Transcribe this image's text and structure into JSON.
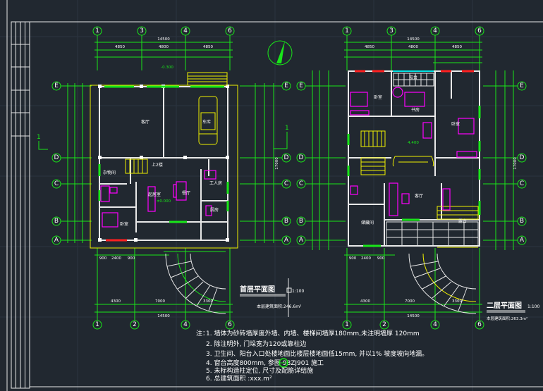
{
  "colors": {
    "background": "#212830",
    "axis": "#19e619",
    "wall": "#e8e8e8",
    "stair": "#f0f000",
    "furniture": "#ff00ff",
    "window": "#ff2020"
  },
  "plan1": {
    "axes_top": [
      "1",
      "3",
      "4",
      "6"
    ],
    "axes_bottom": [
      "1",
      "2",
      "4",
      "6"
    ],
    "axes_rows": [
      "E",
      "D",
      "C",
      "B",
      "A"
    ],
    "dim_total": "14500",
    "dim_top": [
      "4850",
      "4800",
      "4850"
    ],
    "dim_bottom": [
      "4300",
      "7000",
      "3300"
    ],
    "dim_bottom_total": "14500",
    "dim_sub_bottom": [
      "900",
      "2400",
      "900"
    ],
    "dim_right": "17000",
    "level_top": "-0.300",
    "level_main": "±0.000",
    "rooms": [
      "客厅",
      "车库",
      "杂物间",
      "卧室",
      "起居室",
      "餐厅",
      "工人房",
      "厨房",
      "上2楼"
    ],
    "section_mark": "1",
    "title": "首层平面图",
    "scale": "1:100",
    "area": "本层建筑面积:246.6m²"
  },
  "plan2": {
    "axes_top": [
      "1",
      "3",
      "4",
      "6"
    ],
    "axes_bottom": [
      "1",
      "2",
      "4",
      "6"
    ],
    "axes_rows": [
      "E",
      "D",
      "C",
      "B",
      "A"
    ],
    "dim_total": "14500",
    "dim_top": [
      "4850",
      "4800",
      "4850"
    ],
    "dim_bottom": [
      "4300",
      "7000",
      "3300"
    ],
    "dim_bottom_total": "14500",
    "dim_sub_bottom": [
      "900",
      "2400",
      "900"
    ],
    "dim_right": "17000",
    "level_main": "4.400",
    "rooms": [
      "卧室",
      "书房",
      "卧室",
      "客厅",
      "阳台",
      "露台",
      "储藏间"
    ],
    "title": "二层平面图",
    "scale": "1:100",
    "area": "本层建筑面积:263.3m²"
  },
  "notes": {
    "prefix": "注：",
    "items": [
      "1. 墙体为砂砖墙厚度外墙、内墙、楼梯间墙厚180mm,未注明墙厚     120mm",
      "2. 除注明外, 门垛宽为120或靠柱边",
      "3. 卫生间、阳台入口处楼地面比楼层楼地面低15mm, 并以1% 坡度坡向地漏。",
      "4. 窗台高度800mm, 参图 98ZJ901       施工",
      "5. 未标构造柱定位, 尺寸及配筋详结施",
      "6. 总建筑面积  :xxx.m²"
    ]
  }
}
